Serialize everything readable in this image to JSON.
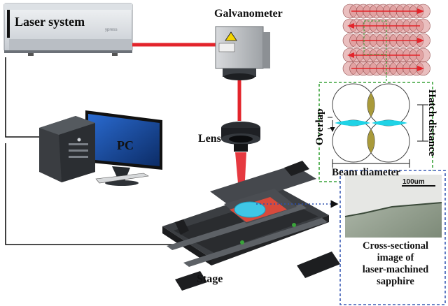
{
  "labels": {
    "laser_system": "Laser system",
    "galvanometer": "Galvanometer",
    "lens": "Lens",
    "pc": "PC",
    "stage": "Stage",
    "overlap": "Overlap",
    "hatch_distance": "Hatch distance",
    "beam_diameter": "Beam diameter",
    "scale_bar": "100um"
  },
  "caption": {
    "line1": "Cross-sectional",
    "line2": "image of",
    "line3": "laser-machined",
    "line4": "sapphire"
  },
  "colors": {
    "laser_beam": "#e3242b",
    "spot_fill": "#d98a8a",
    "overlap_cyan": "#1fd3e6",
    "overlap_olive": "#a99a3a",
    "inset_border_green": "#3aa33a",
    "inset_border_blue": "#3b5bb5"
  }
}
